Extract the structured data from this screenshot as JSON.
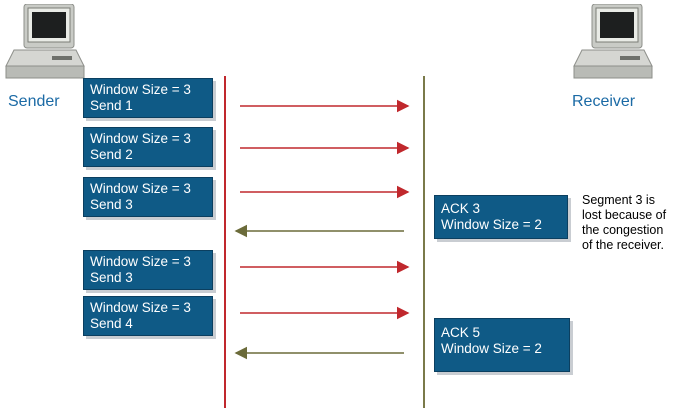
{
  "sender": {
    "label": "Sender"
  },
  "receiver": {
    "label": "Receiver"
  },
  "sender_boxes": [
    {
      "line1": "Window Size = 3",
      "line2": "Send 1"
    },
    {
      "line1": "Window Size = 3",
      "line2": "Send 2"
    },
    {
      "line1": "Window Size = 3",
      "line2": "Send 3"
    },
    {
      "line1": "Window Size = 3",
      "line2": "Send 3"
    },
    {
      "line1": "Window Size = 3",
      "line2": "Send 4"
    }
  ],
  "receiver_boxes": [
    {
      "line1": "ACK 3",
      "line2": "Window Size = 2"
    },
    {
      "line1": "ACK 5",
      "line2": "Window Size = 2"
    }
  ],
  "note": {
    "line1": "Segment 3 is",
    "line2": "lost because of",
    "line3": "the congestion",
    "line4": "of the receiver."
  },
  "colors": {
    "box": "#0f5a86",
    "sender_line": "#c0282d",
    "receiver_line": "#7a7a4a",
    "arrow_forward": "#c0282d",
    "arrow_back": "#6b6b3a"
  }
}
